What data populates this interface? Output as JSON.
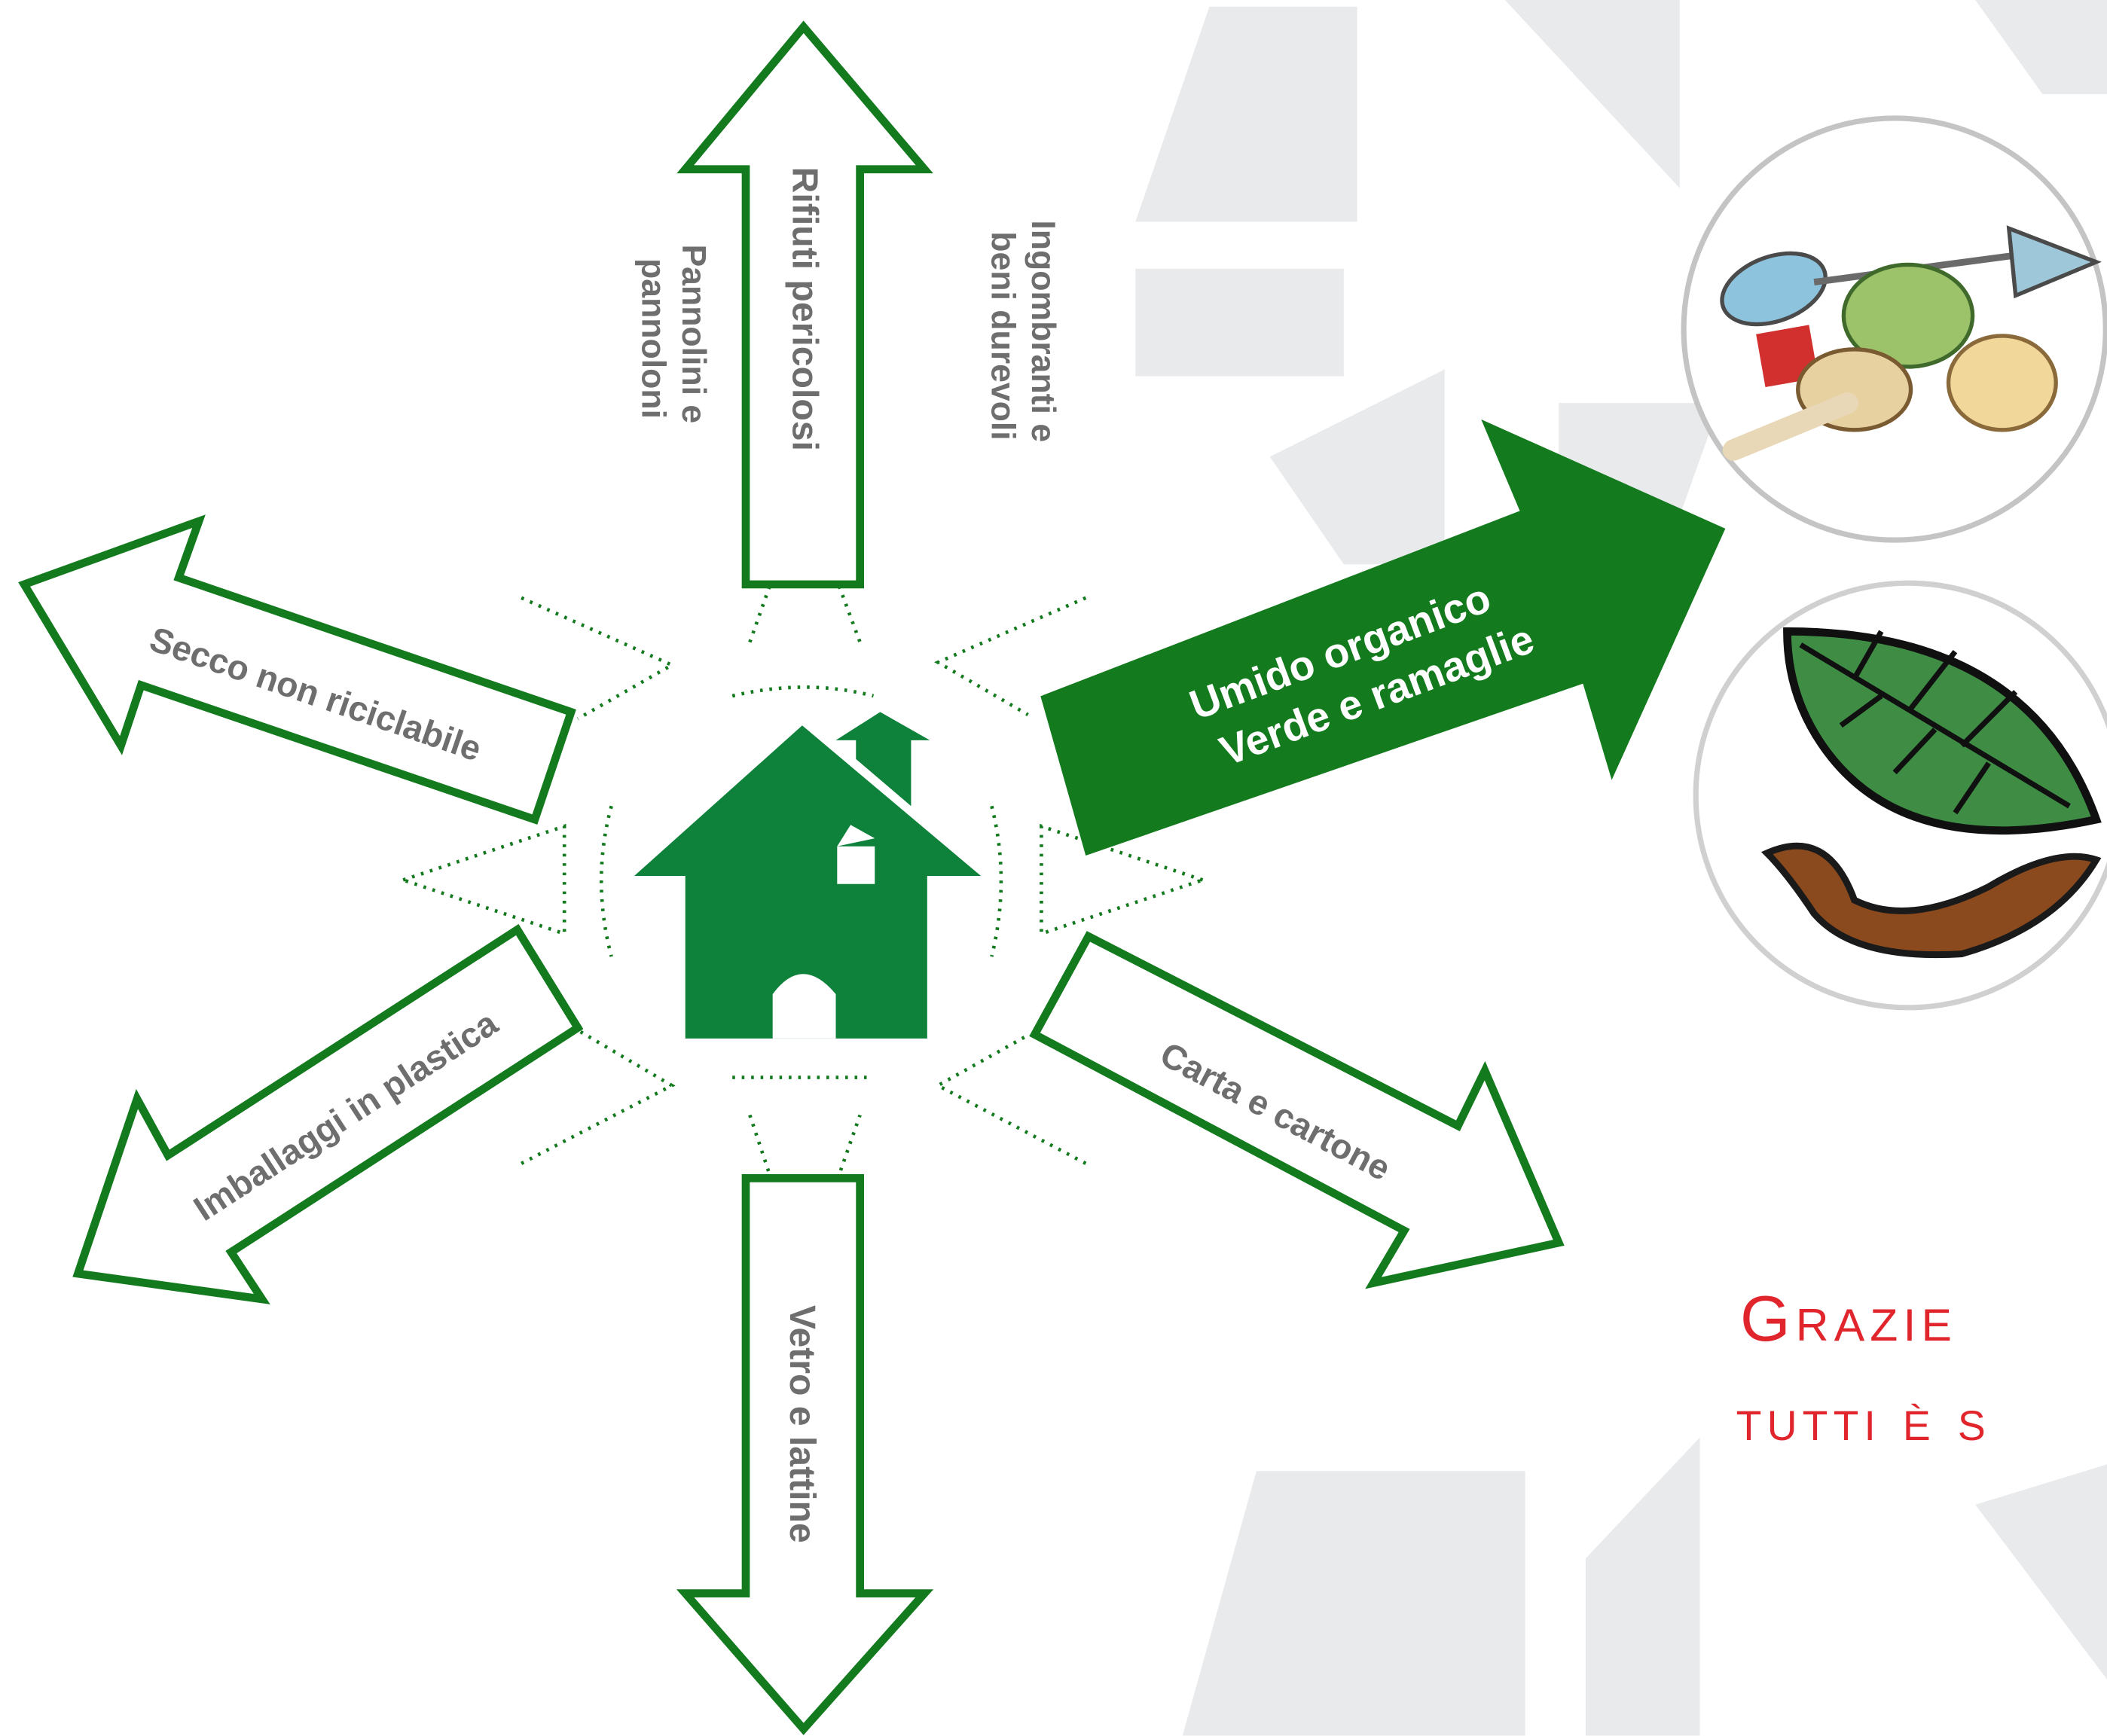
{
  "diagram": {
    "center": {
      "icon": "house-icon"
    },
    "arrows": [
      {
        "id": "top",
        "lines": [
          "Rifiuti pericolosi"
        ],
        "highlight": false
      },
      {
        "id": "top-right-side",
        "lines": [
          "Ingombranti e",
          "beni durevoli"
        ],
        "highlight": false
      },
      {
        "id": "top-left-side",
        "lines": [
          "Pannolini e",
          "pannoloni"
        ],
        "highlight": false
      },
      {
        "id": "upper-left",
        "lines": [
          "Secco non riciclabile"
        ],
        "highlight": false
      },
      {
        "id": "lower-left",
        "lines": [
          "Imballaggi in plastica"
        ],
        "highlight": false
      },
      {
        "id": "bottom",
        "lines": [
          "Vetro e lattine"
        ],
        "highlight": false
      },
      {
        "id": "lower-right",
        "lines": [
          "Carta e cartone"
        ],
        "highlight": false
      },
      {
        "id": "upper-right",
        "lines": [
          "Umido organico",
          "Verde e ramaglie"
        ],
        "highlight": true
      }
    ],
    "images": [
      {
        "icon": "food-waste-icon",
        "depicts": "organic waste"
      },
      {
        "icon": "leaf-branch-icon",
        "depicts": "green waste"
      }
    ]
  },
  "caption": {
    "line1": "Grazie",
    "line2": "tutti è s"
  },
  "colors": {
    "green": "#137a1e",
    "house": "#0e823a",
    "grey_bg": "#e9eaec",
    "caption_red": "#e0262c",
    "label_grey": "#6e6e6e"
  }
}
